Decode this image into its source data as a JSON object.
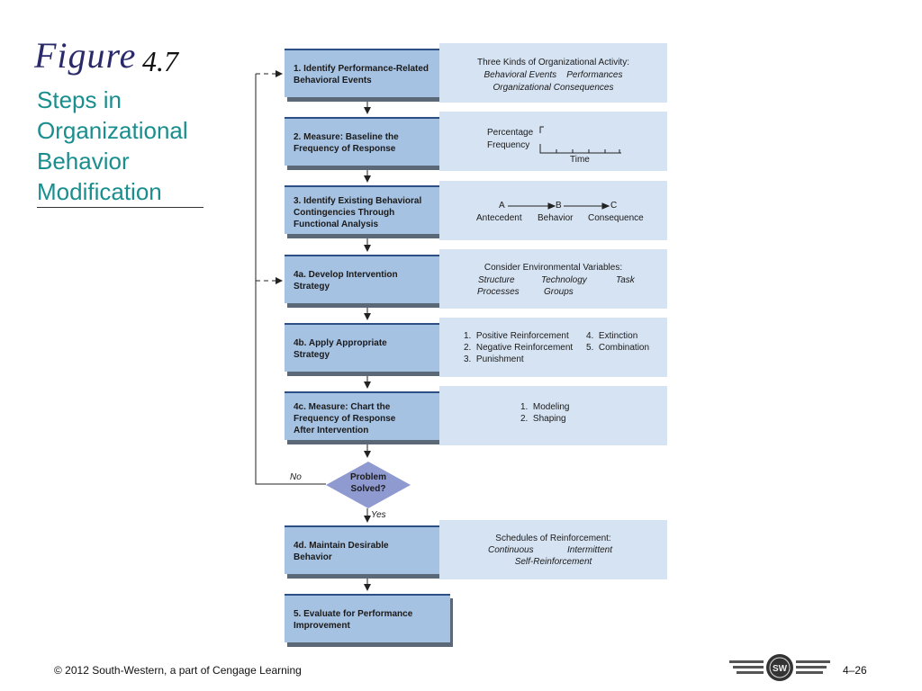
{
  "title": {
    "figure_word": "Figure",
    "figure_number": "4.7",
    "text": "Steps in\nOrganizational\nBehavior\nModification"
  },
  "steps": [
    {
      "label": "1.  Identify Performance-Related\n     Behavioral Events"
    },
    {
      "label": "2.  Measure: Baseline the\n     Frequency of Response"
    },
    {
      "label": "3.  Identify Existing Behavioral\n     Contingencies Through\n     Functional Analysis"
    },
    {
      "label": "4a.  Develop Intervention\n      Strategy"
    },
    {
      "label": "4b.  Apply Appropriate\n      Strategy"
    },
    {
      "label": "4c.  Measure: Chart the\n      Frequency of Response\n      After Intervention"
    },
    {
      "label": "4d.  Maintain Desirable\n      Behavior"
    },
    {
      "label": "5.  Evaluate for Performance\n     Improvement"
    }
  ],
  "decision": {
    "label": "Problem\nSolved?",
    "no_label": "No",
    "yes_label": "Yes"
  },
  "info": {
    "activity": {
      "heading": "Three Kinds of Organizational Activity:",
      "line1": "Behavioral Events    Performances",
      "line2": "Organizational Consequences"
    },
    "baseline": {
      "ylabel1": "Percentage",
      "ylabel2": "Frequency",
      "xlabel": "Time"
    },
    "contingency": {
      "a": "A",
      "b": "B",
      "c": "C",
      "a_label": "Antecedent",
      "b_label": "Behavior",
      "c_label": "Consequence"
    },
    "environment": {
      "heading": "Consider Environmental Variables:",
      "items": [
        "Structure",
        "Technology",
        "Task",
        "Processes",
        "Groups"
      ]
    },
    "strategies": {
      "items": [
        "1.  Positive Reinforcement",
        "2.  Negative Reinforcement",
        "3.  Punishment",
        "4.  Extinction",
        "5.  Combination"
      ]
    },
    "measure": {
      "items": [
        "1.  Modeling",
        "2.  Shaping"
      ]
    },
    "schedules": {
      "heading": "Schedules of Reinforcement:",
      "items": [
        "Continuous",
        "Intermittent",
        "Self-Reinforcement"
      ]
    }
  },
  "footer": {
    "copyright": "© 2012 South-Western, a part of Cengage Learning",
    "page": "4–26"
  },
  "colors": {
    "step_fill": "#a6c2e2",
    "step_border": "#2c4f86",
    "panel_fill": "#d6e3f3",
    "title": "#1a8e8e",
    "diamond": "#8f9ad0"
  }
}
